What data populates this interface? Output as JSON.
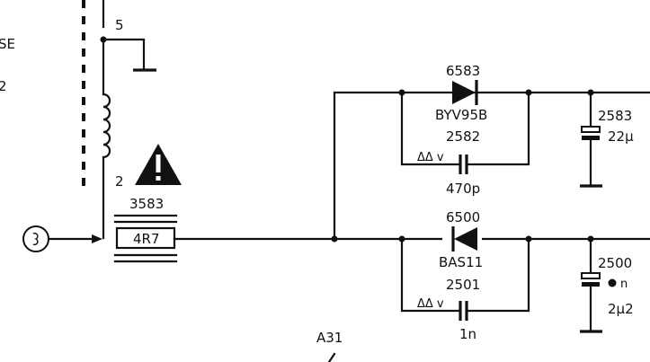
{
  "left_margin": {
    "text_top": "SE",
    "text_bottom": "2"
  },
  "transformer": {
    "pin_top": "5",
    "pin_bottom": "2"
  },
  "warning_icon": "warning-triangle-icon",
  "input_connector": {
    "icon": "circle-connector-icon"
  },
  "resistor_3583": {
    "ref": "3583",
    "value": "4R7"
  },
  "node_label": "A31",
  "diode_6583": {
    "ref": "6583",
    "type": "BYV95B"
  },
  "capacitor_2582": {
    "ref": "2582",
    "value": "470p"
  },
  "capacitor_2583": {
    "ref": "2583",
    "value": "22µ"
  },
  "diode_6500": {
    "ref": "6500",
    "type": "BAS11"
  },
  "capacitor_2501": {
    "ref": "2501",
    "value": "1n"
  },
  "capacitor_2500": {
    "ref": "2500",
    "value": "2µ2",
    "marker": "n"
  },
  "bypass_marks": {
    "upper": "ΔΔ v",
    "lower": "ΔΔ v"
  }
}
